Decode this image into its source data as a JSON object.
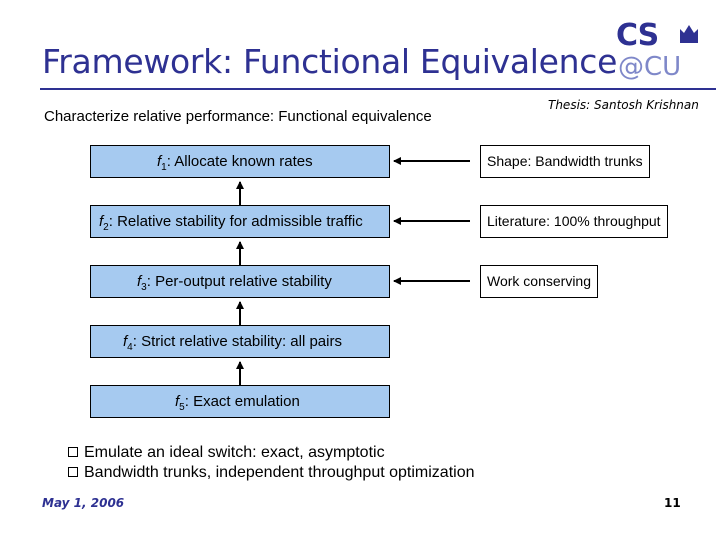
{
  "title": "Framework: Functional Equivalence",
  "logo": {
    "top": "CS",
    "bottom": "@CU"
  },
  "subtitle": "Characterize relative performance: Functional equivalence",
  "author": "Thesis: Santosh Krishnan",
  "framework_levels": [
    {
      "sym": "f",
      "sub": "1",
      "text": ": Allocate known rates"
    },
    {
      "sym": "f",
      "sub": "2",
      "text": ": Relative stability for admissible traffic"
    },
    {
      "sym": "f",
      "sub": "3",
      "text": ": Per-output relative stability"
    },
    {
      "sym": "f",
      "sub": "4",
      "text": ": Strict relative stability: all pairs"
    },
    {
      "sym": "f",
      "sub": "5",
      "text": ": Exact emulation"
    }
  ],
  "related_work": [
    "Shape: Bandwidth trunks",
    "Literature: 100% throughput",
    "Work conserving"
  ],
  "bullets": [
    "Emulate an ideal switch: exact, asymptotic",
    "Bandwidth trunks, independent throughput optimization"
  ],
  "footer": {
    "date": "May 1, 2006",
    "page": "11"
  }
}
